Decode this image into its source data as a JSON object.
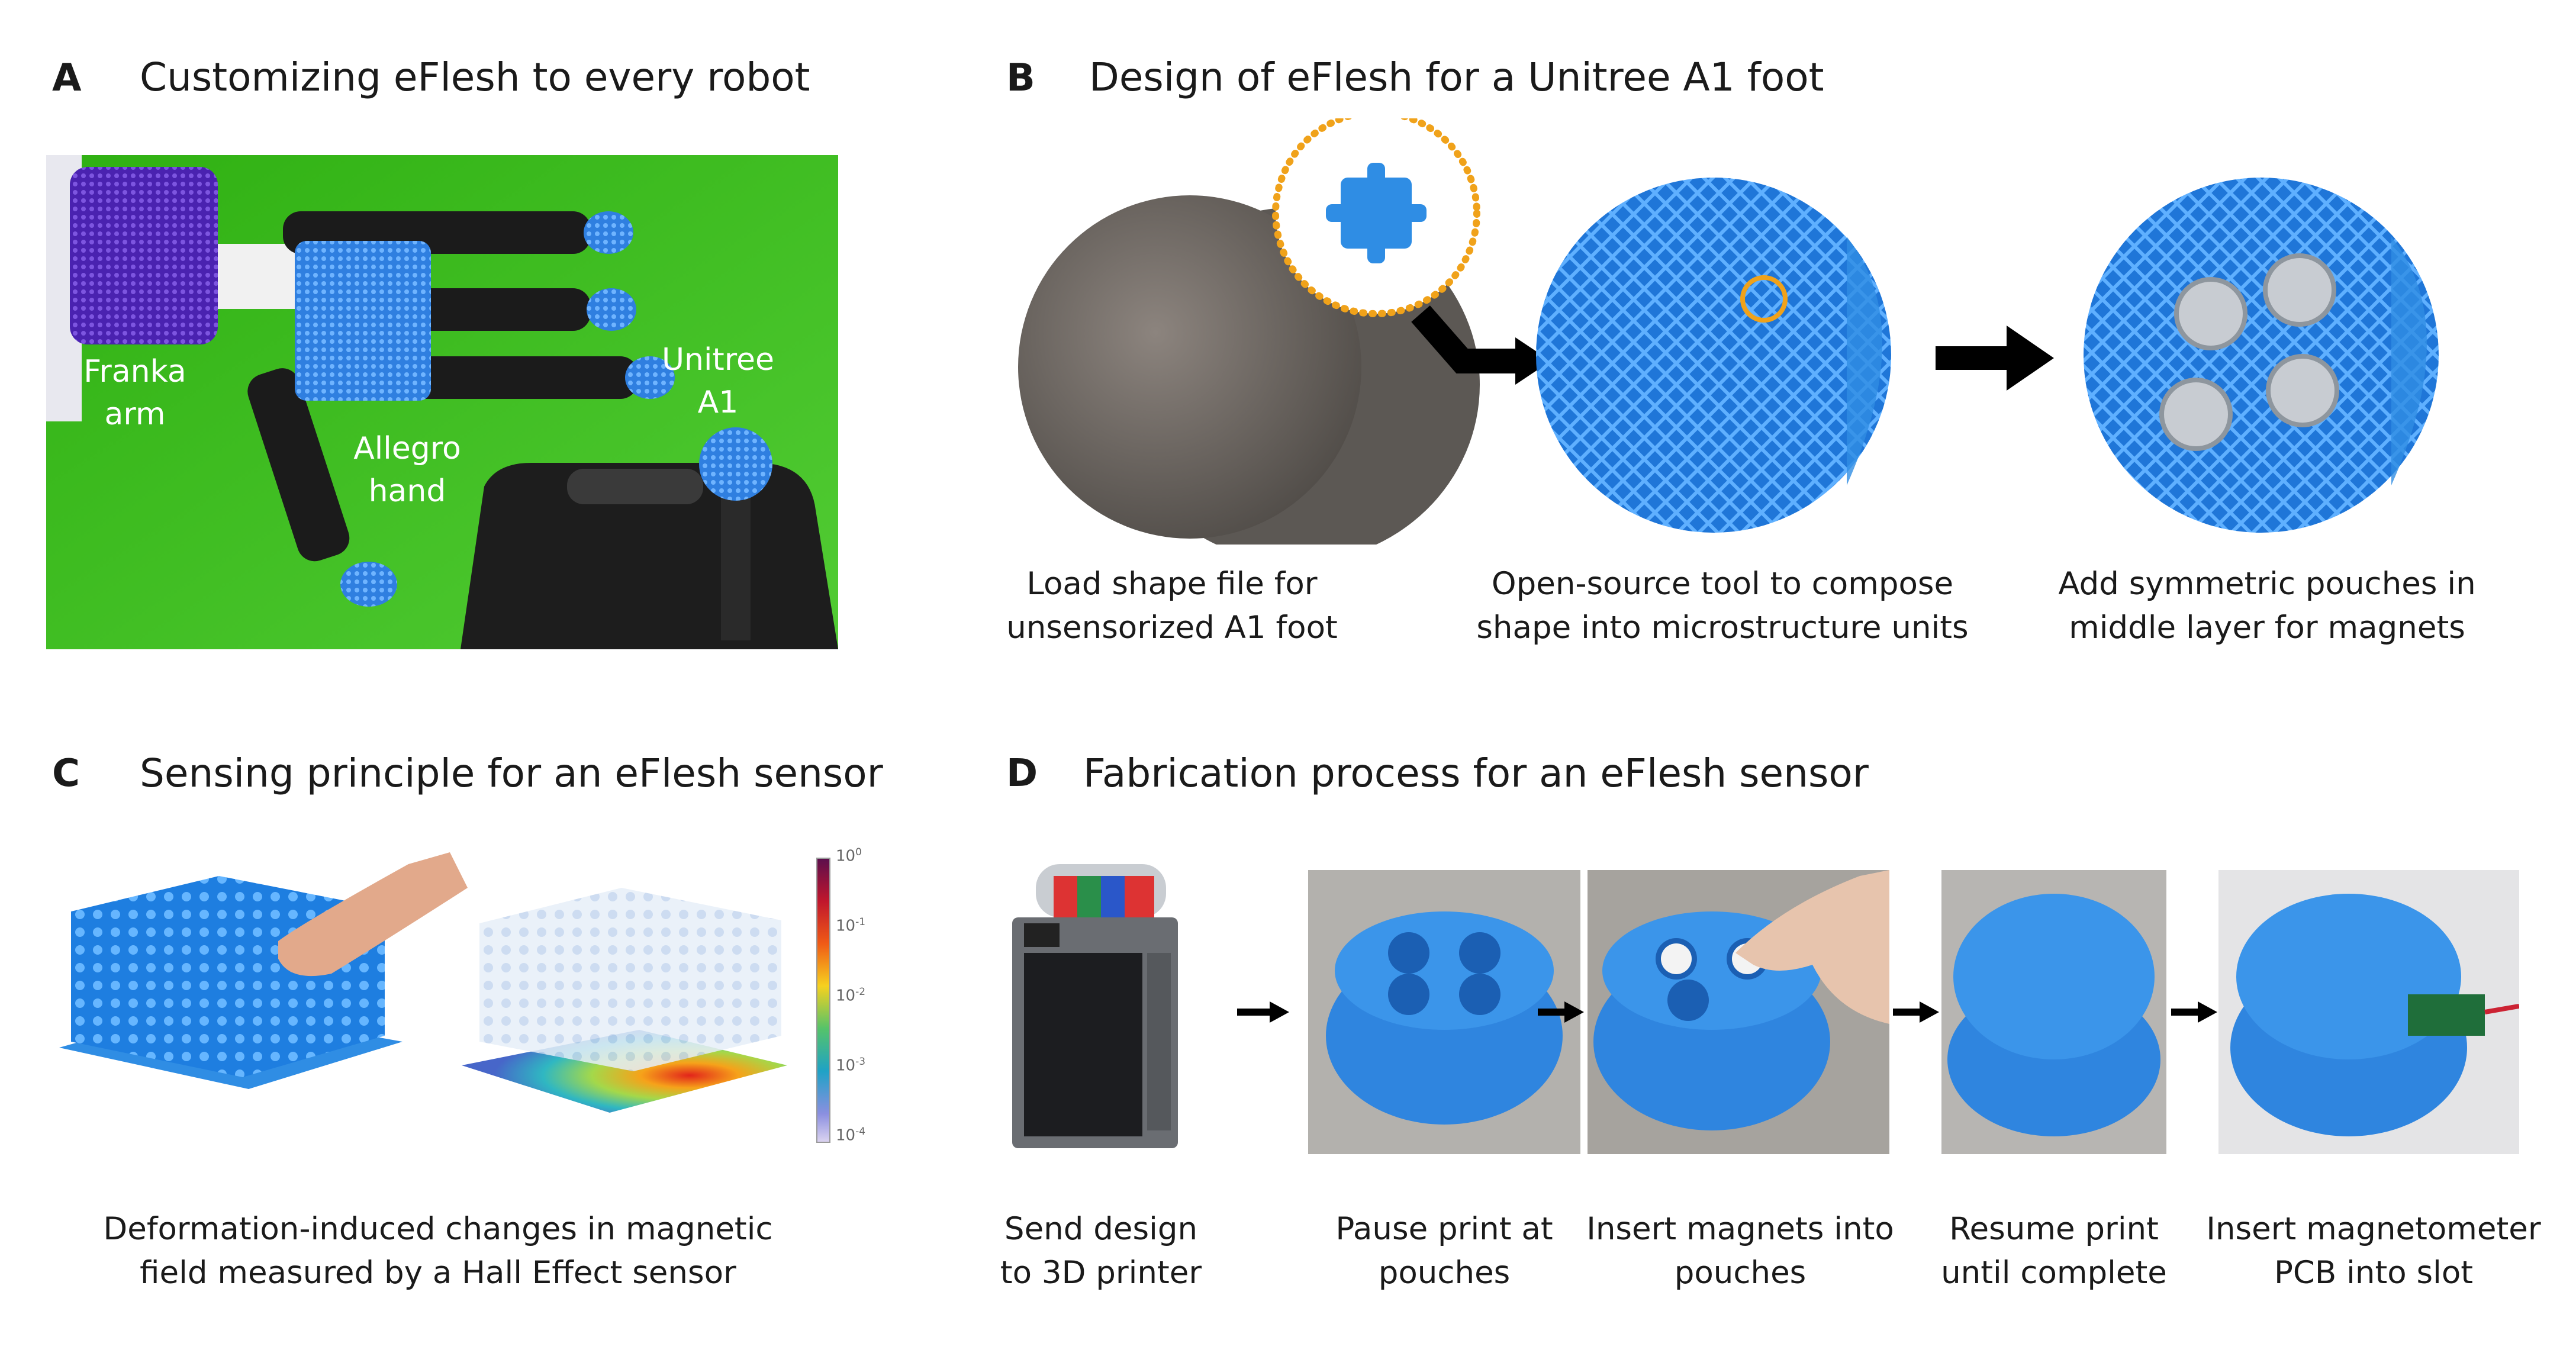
{
  "panels": {
    "A": {
      "letter": "A",
      "title": "Customizing eFlesh to every robot",
      "labels": {
        "franka": [
          "Franka",
          "arm"
        ],
        "allegro": [
          "Allegro",
          "hand"
        ],
        "unitree": [
          "Unitree",
          "A1"
        ]
      }
    },
    "B": {
      "letter": "B",
      "title": "Design of eFlesh for a Unitree A1 foot",
      "captions": [
        [
          "Load shape file for",
          "unsensorized A1 foot"
        ],
        [
          "Open-source tool to compose",
          "shape into microstructure units"
        ],
        [
          "Add symmetric pouches in",
          "middle layer for magnets"
        ]
      ]
    },
    "C": {
      "letter": "C",
      "title": "Sensing principle for an eFlesh sensor",
      "colorbar_ticks": [
        "10",
        "10",
        "10",
        "10",
        "10"
      ],
      "colorbar_exponents": [
        "0",
        "-1",
        "-2",
        "-3",
        "-4"
      ],
      "caption": [
        "Deformation-induced changes in magnetic",
        "field measured by a Hall Effect sensor"
      ]
    },
    "D": {
      "letter": "D",
      "title": "Fabrication process for an eFlesh sensor",
      "captions": [
        [
          "Send design",
          "to 3D printer"
        ],
        [
          "Pause print at",
          "pouches"
        ],
        [
          "Insert magnets into",
          "pouches"
        ],
        [
          "Resume print",
          "until complete"
        ],
        [
          "Insert magnetometer",
          "PCB into slot"
        ]
      ]
    }
  },
  "colors": {
    "green_screen": "#3fbe1e",
    "eflesh_blue": "#2f8de4",
    "purple_sleeve": "#5b2fc7",
    "orange_ring": "#f0a21a",
    "arrow": "#000000"
  }
}
